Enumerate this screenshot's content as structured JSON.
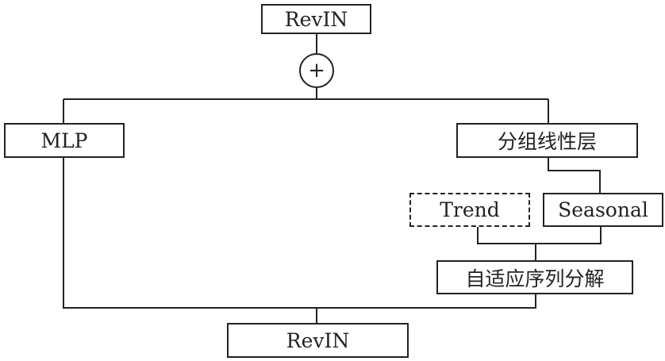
{
  "nodes": {
    "revin_top": "RevIN",
    "add": "+",
    "mlp": "MLP",
    "grouped_linear": "分组线性层",
    "trend": "Trend",
    "seasonal": "Seasonal",
    "adaptive_decomposition": "自适应序列分解",
    "revin_bottom": "RevIN"
  }
}
